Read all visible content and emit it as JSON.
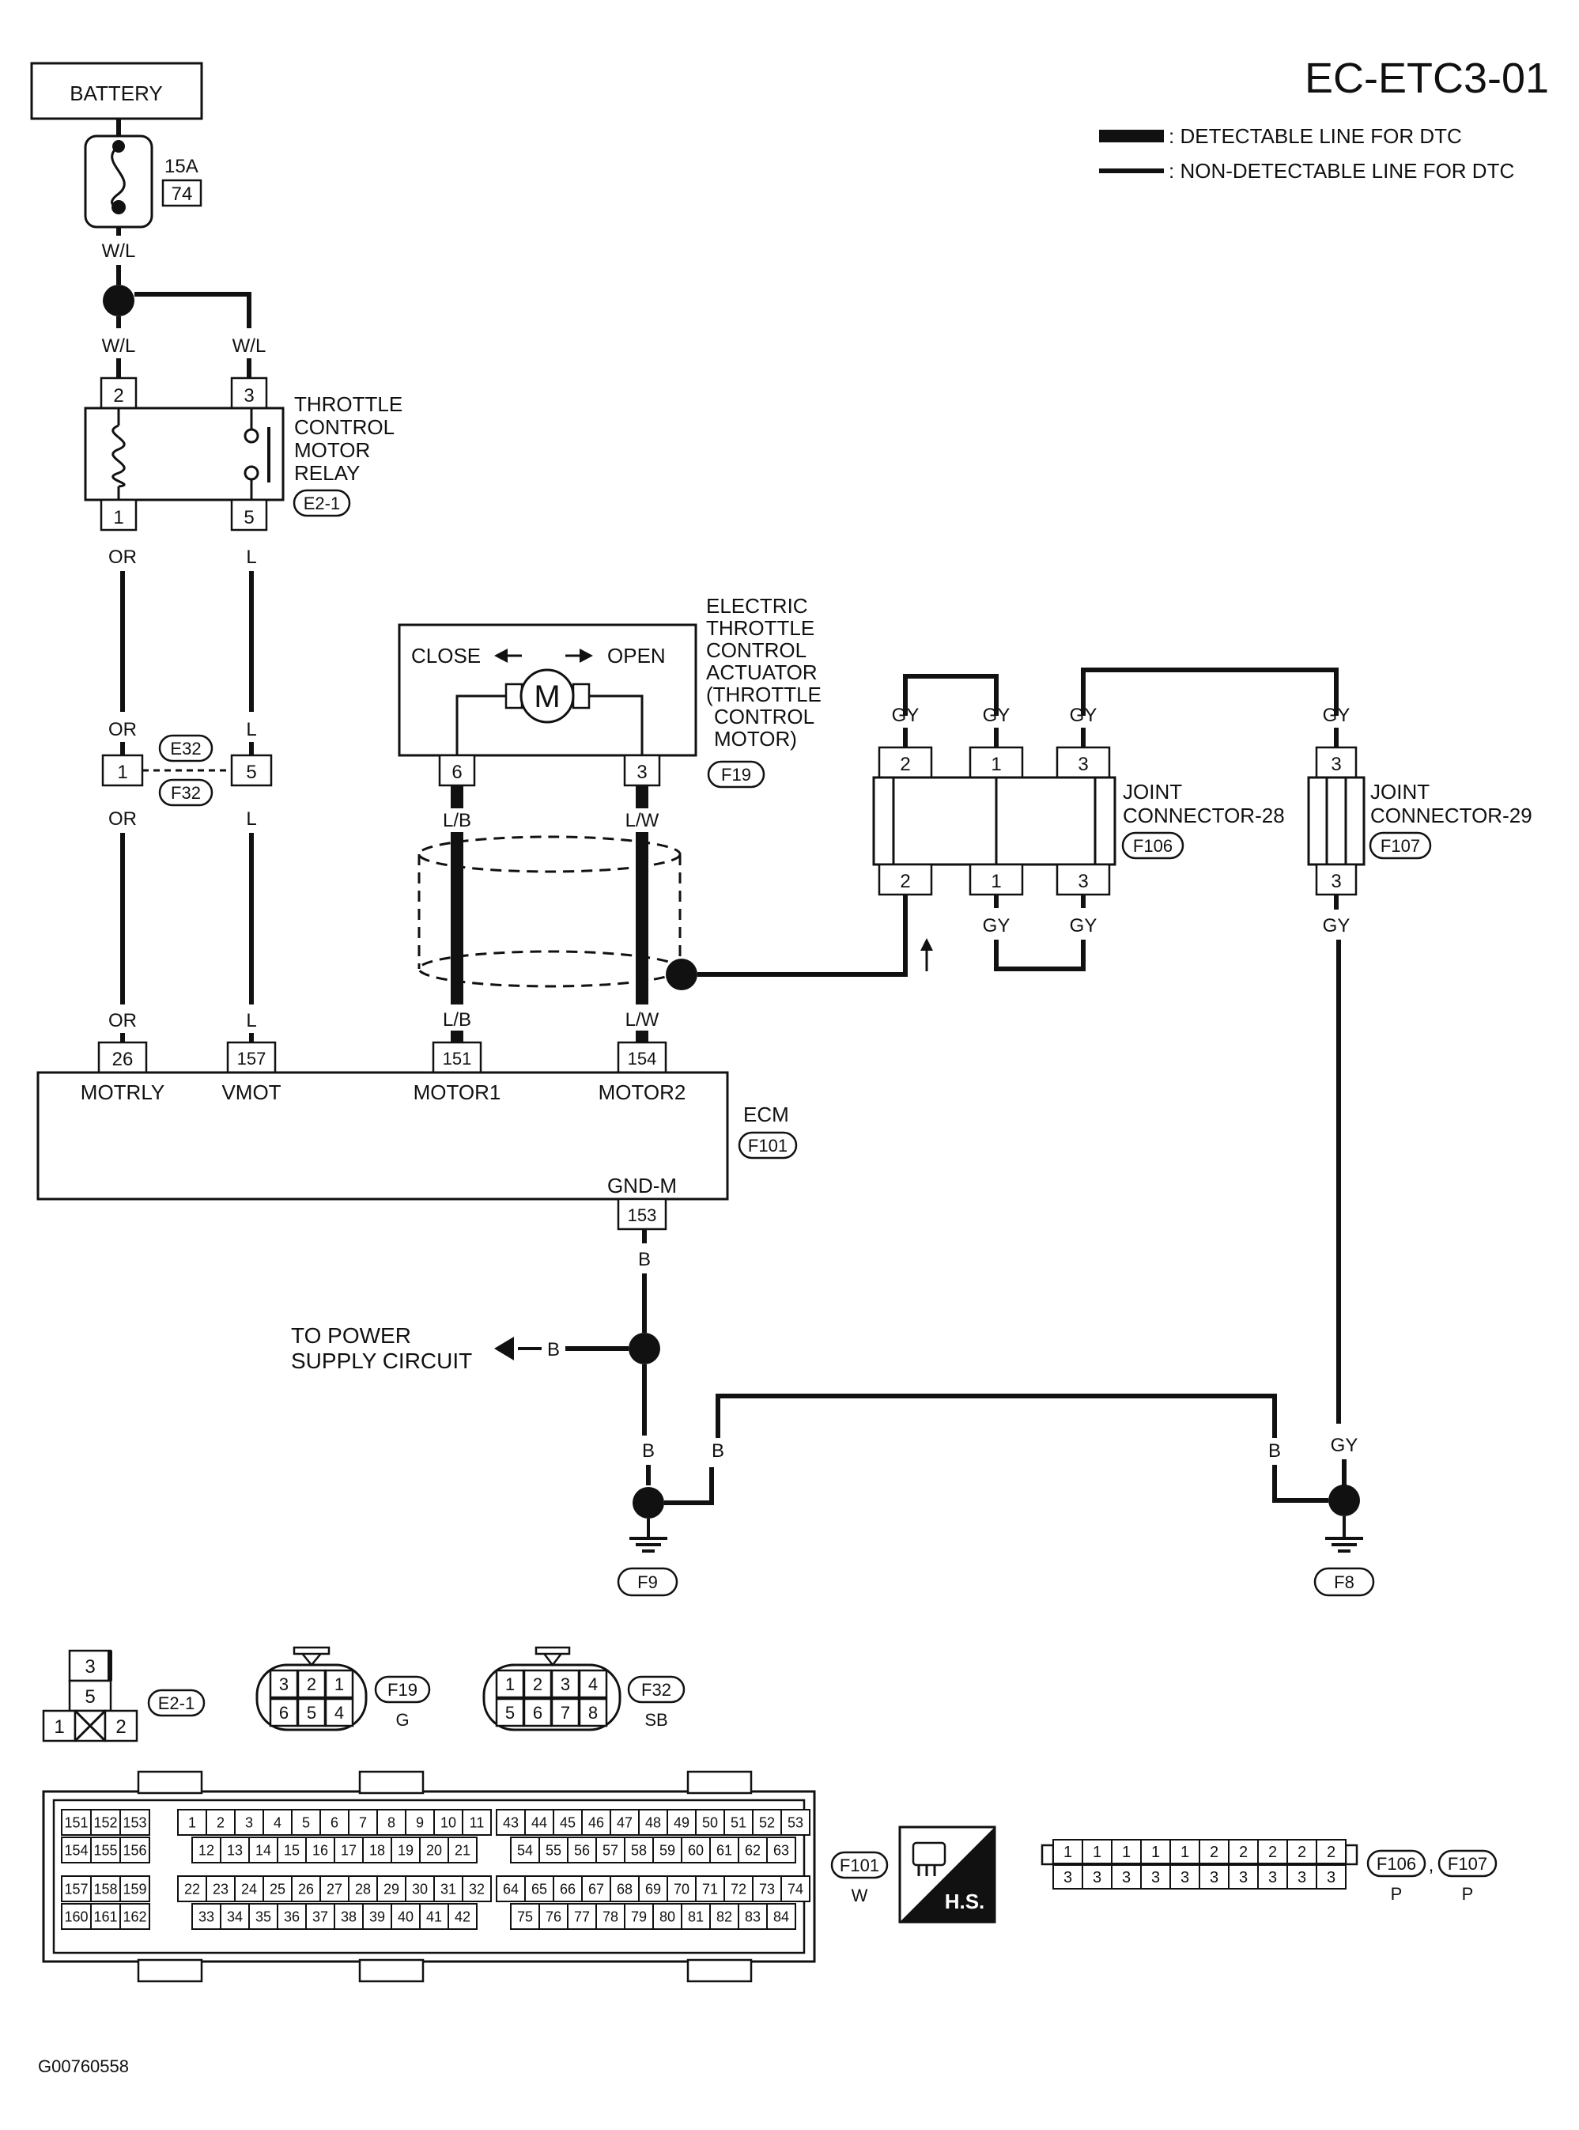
{
  "title": "EC-ETC3-01",
  "legend": {
    "detectable": ": DETECTABLE LINE FOR DTC",
    "non_detectable": ": NON-DETECTABLE LINE FOR DTC"
  },
  "battery": "BATTERY",
  "fuse": {
    "rating": "15A",
    "number": "74"
  },
  "wires": {
    "wl": "W/L",
    "or": "OR",
    "l": "L",
    "lb": "L/B",
    "lw": "L/W",
    "gy": "GY",
    "b": "B"
  },
  "relay": {
    "label_lines": [
      "THROTTLE",
      "CONTROL",
      "MOTOR",
      "RELAY"
    ],
    "connector": "E2-1",
    "pins": {
      "p1": "1",
      "p2": "2",
      "p3": "3",
      "p5": "5"
    }
  },
  "actuator": {
    "label_lines": [
      "ELECTRIC",
      "THROTTLE",
      "CONTROL",
      "ACTUATOR",
      "(THROTTLE",
      "CONTROL",
      "MOTOR)"
    ],
    "connector": "F19",
    "close": "CLOSE",
    "open": "OPEN",
    "motor": "M",
    "pins": {
      "p6": "6",
      "p3": "3"
    }
  },
  "inline_connector": {
    "top": "E32",
    "bottom": "F32",
    "pin1": "1",
    "pin5": "5"
  },
  "joint28": {
    "label_lines": [
      "JOINT",
      "CONNECTOR-28"
    ],
    "connector": "F106",
    "pins": [
      "2",
      "1",
      "3"
    ]
  },
  "joint29": {
    "label_lines": [
      "JOINT",
      "CONNECTOR-29"
    ],
    "connector": "F107",
    "pin": "3"
  },
  "ecm": {
    "label": "ECM",
    "connector": "F101",
    "terminals": [
      {
        "pin": "26",
        "name": "MOTRLY"
      },
      {
        "pin": "157",
        "name": "VMOT"
      },
      {
        "pin": "151",
        "name": "MOTOR1"
      },
      {
        "pin": "154",
        "name": "MOTOR2"
      }
    ],
    "ground": {
      "pin": "153",
      "name": "GND-M"
    }
  },
  "power_supply_lines": [
    "TO POWER",
    "SUPPLY CIRCUIT"
  ],
  "grounds": {
    "left": "F9",
    "right": "F8"
  },
  "connector_views": {
    "e21": {
      "id": "E2-1",
      "pins": [
        "3",
        "5",
        "1",
        "2"
      ]
    },
    "f19": {
      "id": "F19",
      "color": "G",
      "top": [
        "3",
        "2",
        "1"
      ],
      "bottom": [
        "6",
        "5",
        "4"
      ]
    },
    "f32": {
      "id": "F32",
      "color": "SB",
      "top": [
        "1",
        "2",
        "3",
        "4"
      ],
      "bottom": [
        "5",
        "6",
        "7",
        "8"
      ]
    },
    "f101": {
      "id": "F101",
      "color": "W",
      "block_a": [
        [
          "151",
          "152",
          "153"
        ],
        [
          "154",
          "155",
          "156"
        ],
        [
          "157",
          "158",
          "159"
        ],
        [
          "160",
          "161",
          "162"
        ]
      ],
      "row1": [
        "1",
        "2",
        "3",
        "4",
        "5",
        "6",
        "7",
        "8",
        "9",
        "10",
        "11"
      ],
      "row2": [
        "12",
        "13",
        "14",
        "15",
        "16",
        "17",
        "18",
        "19",
        "20",
        "21"
      ],
      "row3": [
        "22",
        "23",
        "24",
        "25",
        "26",
        "27",
        "28",
        "29",
        "30",
        "31",
        "32"
      ],
      "row4": [
        "33",
        "34",
        "35",
        "36",
        "37",
        "38",
        "39",
        "40",
        "41",
        "42"
      ],
      "row5": [
        "43",
        "44",
        "45",
        "46",
        "47",
        "48",
        "49",
        "50",
        "51",
        "52",
        "53"
      ],
      "row6": [
        "54",
        "55",
        "56",
        "57",
        "58",
        "59",
        "60",
        "61",
        "62",
        "63"
      ],
      "row7": [
        "64",
        "65",
        "66",
        "67",
        "68",
        "69",
        "70",
        "71",
        "72",
        "73",
        "74"
      ],
      "row8": [
        "75",
        "76",
        "77",
        "78",
        "79",
        "80",
        "81",
        "82",
        "83",
        "84"
      ]
    },
    "hs": "H.S.",
    "f106_f107": {
      "top": [
        "1",
        "1",
        "1",
        "1",
        "1",
        "2",
        "2",
        "2",
        "2",
        "2"
      ],
      "bottom": [
        "3",
        "3",
        "3",
        "3",
        "3",
        "3",
        "3",
        "3",
        "3",
        "3"
      ],
      "id1": "F106",
      "id2": "F107",
      "sep": ",",
      "color1": "P",
      "color2": "P"
    }
  },
  "footer_id": "G00760558"
}
